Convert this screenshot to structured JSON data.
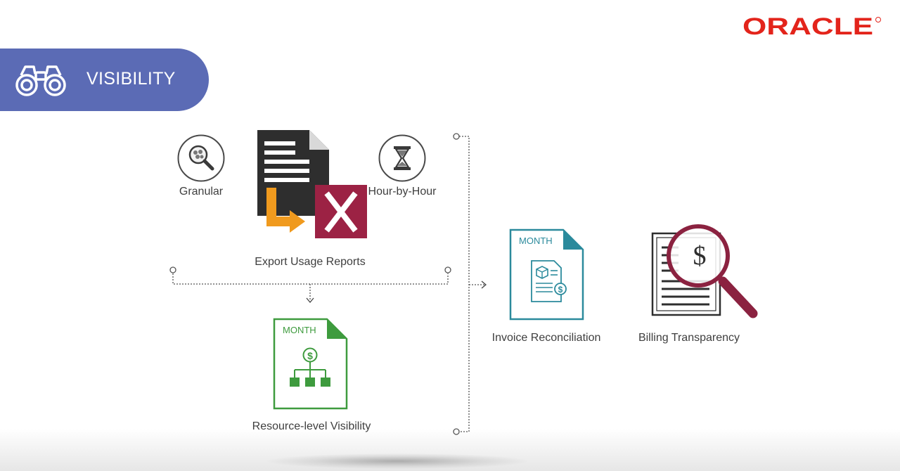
{
  "brand": {
    "logo_text": "ORACLE"
  },
  "banner": {
    "title": "VISIBILITY",
    "icon": "binoculars-icon"
  },
  "diagram": {
    "granular": {
      "label": "Granular",
      "icon": "magnifier-icon"
    },
    "hour_by_hour": {
      "label": "Hour-by-Hour",
      "icon": "hourglass-icon"
    },
    "export": {
      "label": "Export Usage Reports",
      "icon": "spreadsheet-export-icon",
      "badge": "X"
    },
    "resource": {
      "label": "Resource-level Visibility",
      "tag": "MONTH",
      "currency": "$"
    },
    "invoice": {
      "label": "Invoice Reconciliation",
      "tag": "MONTH",
      "currency": "$"
    },
    "billing": {
      "label": "Billing Transparency",
      "currency": "$"
    }
  },
  "colors": {
    "banner": "#5b6bb5",
    "oracle_red": "#e3241b",
    "excel_maroon": "#9c2244",
    "arrow_orange": "#f09a1e",
    "green": "#3e9b3e",
    "teal": "#2b8a9c",
    "magnifier": "#8b2240"
  }
}
